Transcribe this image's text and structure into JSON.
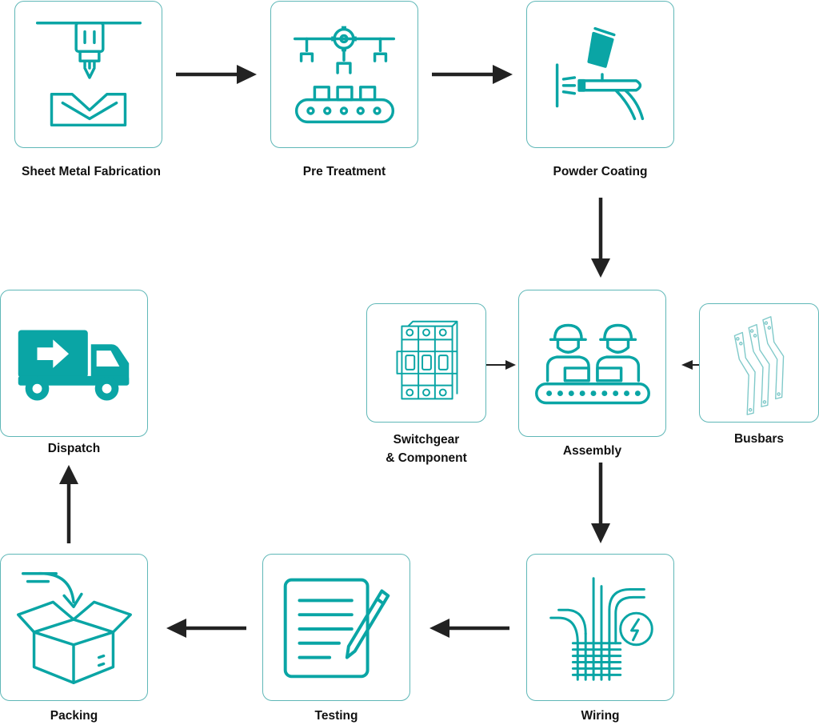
{
  "colors": {
    "accent": "#0aa5a5",
    "border": "#5fb7b7",
    "arrow": "#222222"
  },
  "steps": {
    "sheet_metal": {
      "label": "Sheet Metal Fabrication",
      "icon": "sheet-metal-press-icon"
    },
    "pre_treatment": {
      "label": "Pre Treatment",
      "icon": "conveyor-robot-arms-icon"
    },
    "powder_coating": {
      "label": "Powder Coating",
      "icon": "spray-gun-icon"
    },
    "switchgear": {
      "label_line1": "Switchgear",
      "label_line2": "& Component",
      "icon": "circuit-breaker-icon"
    },
    "assembly": {
      "label": "Assembly",
      "icon": "workers-conveyor-icon"
    },
    "busbars": {
      "label": "Busbars",
      "icon": "busbar-strips-icon"
    },
    "wiring": {
      "label": "Wiring",
      "icon": "cable-bundle-icon"
    },
    "testing": {
      "label": "Testing",
      "icon": "checklist-pen-icon"
    },
    "packing": {
      "label": "Packing",
      "icon": "open-box-icon"
    },
    "dispatch": {
      "label": "Dispatch",
      "icon": "delivery-truck-icon"
    }
  }
}
